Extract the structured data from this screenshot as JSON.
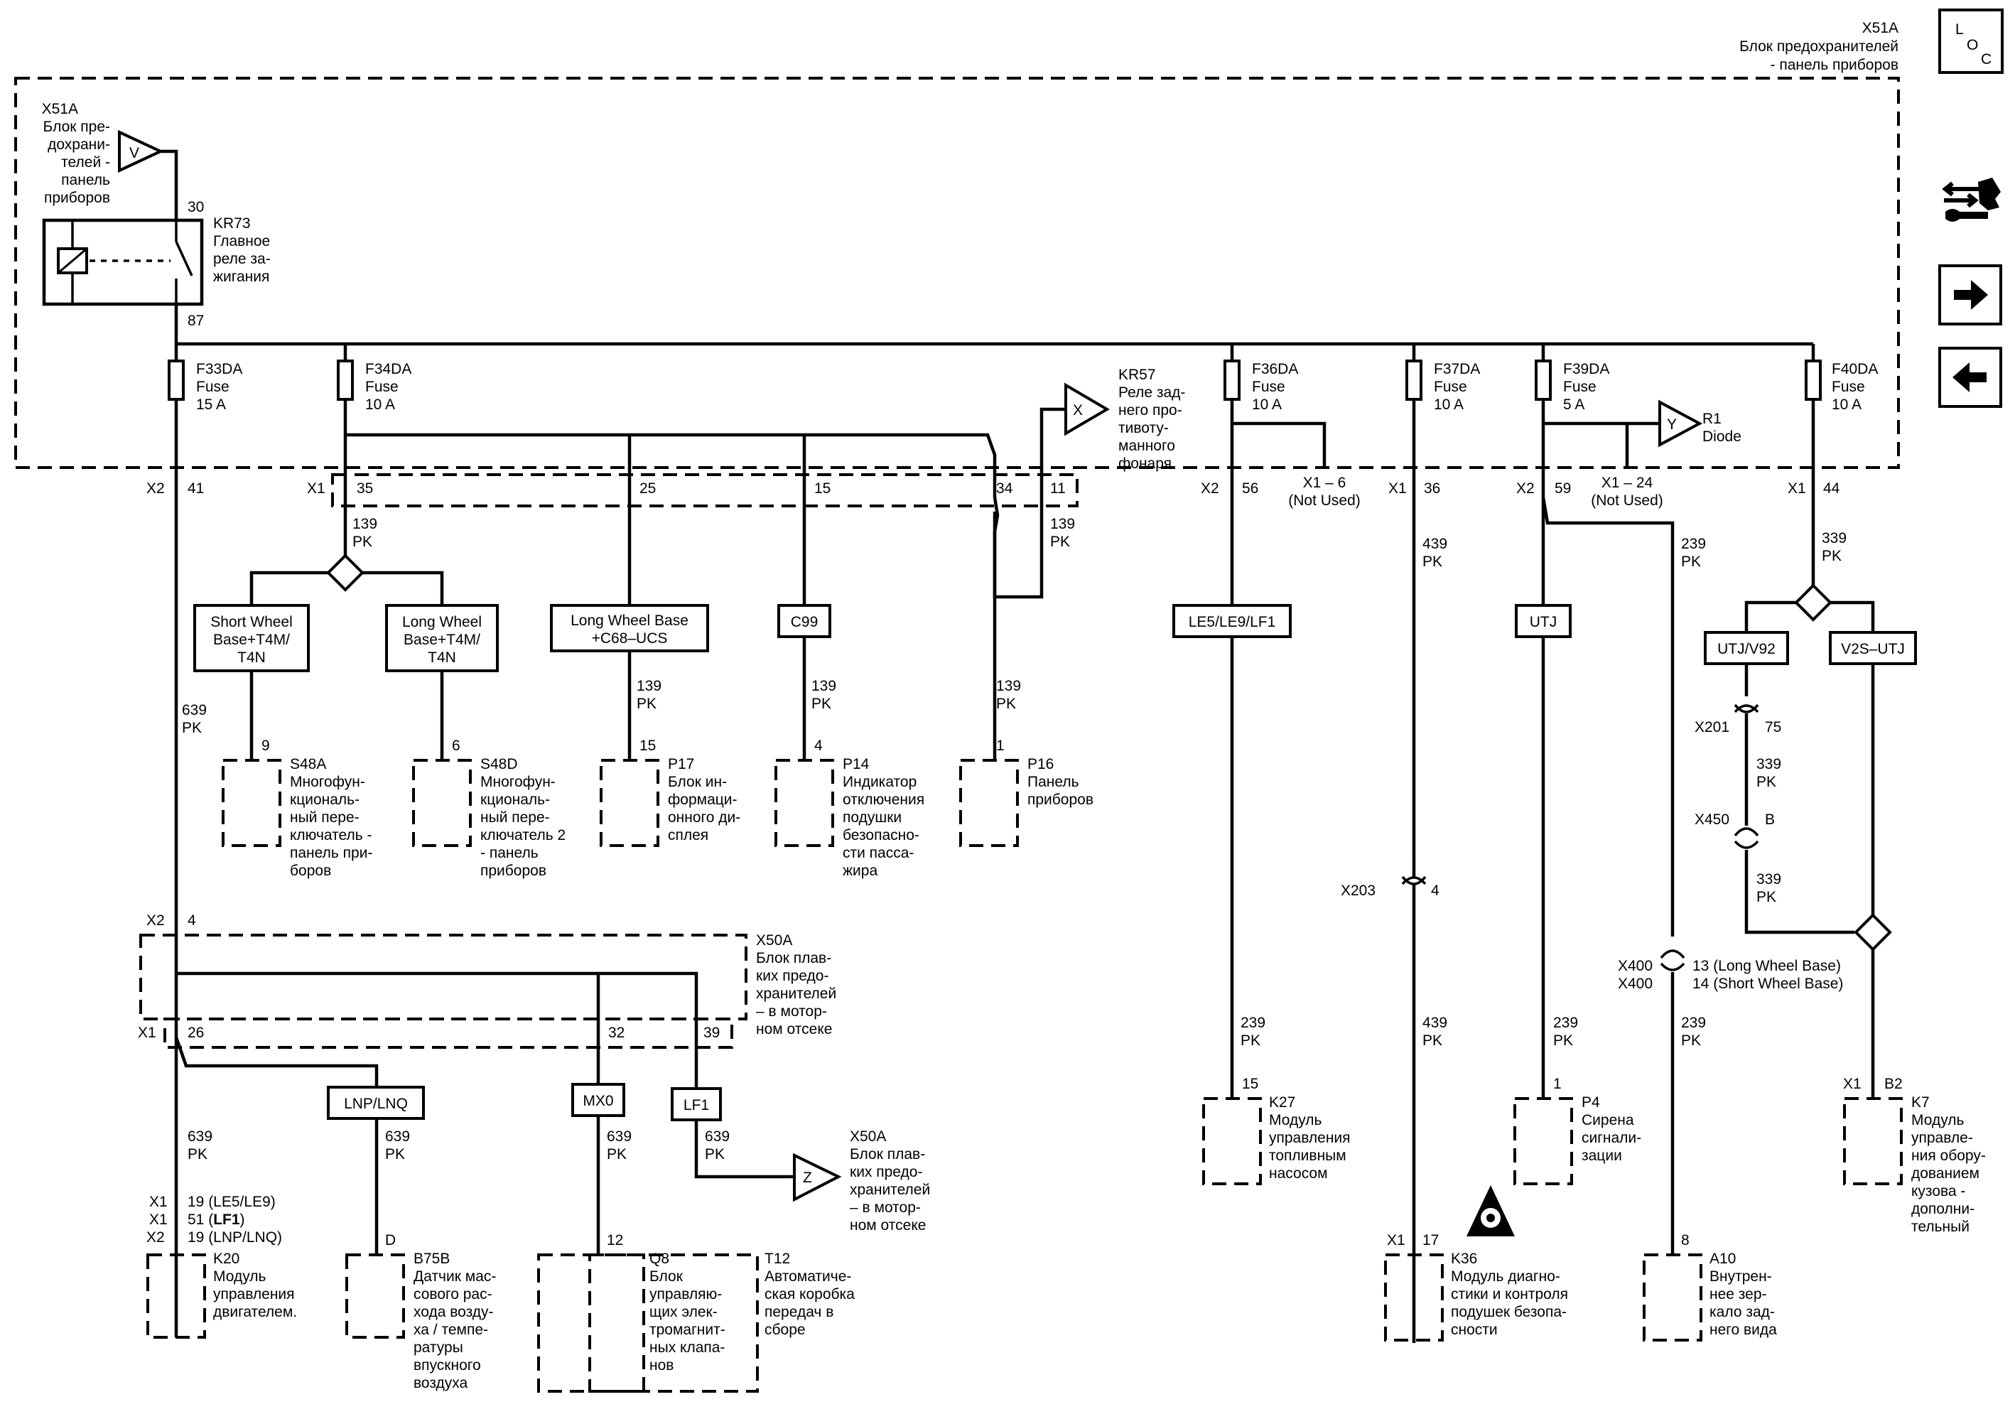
{
  "loc_icon": {
    "letters": [
      "L",
      "O",
      "C"
    ],
    "icon": "loc-icon"
  },
  "nav": {
    "icons": [
      "wiring-tool-icon",
      "arrow-right-icon",
      "arrow-left-icon"
    ]
  },
  "header": {
    "code": "X51A",
    "title_line1": "Блок предохранителей",
    "title_line2": "- панель приборов"
  },
  "x51a_inner": {
    "code": "X51A",
    "l1": "Блок пре-",
    "l2": "дохрани-",
    "l3": "телей -",
    "l4": "панель",
    "l5": "приборов",
    "tag": "V"
  },
  "relay_kr73": {
    "code": "KR73",
    "l1": "Главное",
    "l2": "реле за-",
    "l3": "жигания",
    "pin_in": "30",
    "pin_out": "87"
  },
  "fuses": {
    "f33": {
      "code": "F33DA",
      "type": "Fuse",
      "rating": "15 A"
    },
    "f34": {
      "code": "F34DA",
      "type": "Fuse",
      "rating": "10 A"
    },
    "f36": {
      "code": "F36DA",
      "type": "Fuse",
      "rating": "10 A"
    },
    "f37": {
      "code": "F37DA",
      "type": "Fuse",
      "rating": "10 A"
    },
    "f39": {
      "code": "F39DA",
      "type": "Fuse",
      "rating": "5 A"
    },
    "f40": {
      "code": "F40DA",
      "type": "Fuse",
      "rating": "10 A"
    }
  },
  "kr57": {
    "code": "KR57",
    "l1": "Реле зад-",
    "l2": "него про-",
    "l3": "тивоту-",
    "l4": "манного",
    "l5": "фонаря",
    "tag": "X"
  },
  "r1": {
    "code": "R1",
    "name": "Diode",
    "tag": "Y"
  },
  "connectors": {
    "x2_41": {
      "conn": "X2",
      "pin": "41"
    },
    "x1_35": {
      "conn": "X1",
      "pin": "35"
    },
    "p25": "25",
    "p15": "15",
    "p34": "34",
    "p11": "11",
    "x2_56": {
      "conn": "X2",
      "pin": "56"
    },
    "x1_6": {
      "label": "X1 – 6",
      "note": "(Not Used)"
    },
    "x1_36": {
      "conn": "X1",
      "pin": "36"
    },
    "x2_59": {
      "conn": "X2",
      "pin": "59"
    },
    "x1_24": {
      "label": "X1 – 24",
      "note": "(Not Used)"
    },
    "x1_44": {
      "conn": "X1",
      "pin": "44"
    }
  },
  "wires": {
    "w139": {
      "num": "139",
      "color": "PK"
    },
    "w639": {
      "num": "639",
      "color": "PK"
    },
    "w439": {
      "num": "439",
      "color": "PK"
    },
    "w239": {
      "num": "239",
      "color": "PK"
    },
    "w339": {
      "num": "339",
      "color": "PK"
    }
  },
  "options": {
    "swb": {
      "l1": "Short Wheel",
      "l2": "Base+T4M/",
      "l3": "T4N"
    },
    "lwb": {
      "l1": "Long Wheel",
      "l2": "Base+T4M/",
      "l3": "T4N"
    },
    "lwb_c68": {
      "l1": "Long Wheel Base",
      "l2": "+C68–UCS"
    },
    "c99": "C99",
    "le5": "LE5/LE9/LF1",
    "utj": "UTJ",
    "utj_v92": "UTJ/V92",
    "v2s": "V2S–UTJ",
    "lnp": "LNP/LNQ",
    "mx0": "MX0",
    "lf1": "LF1"
  },
  "components": {
    "s48a": {
      "pin": "9",
      "code": "S48A",
      "l1": "Многофун-",
      "l2": "кциональ-",
      "l3": "ный пере-",
      "l4": "ключатель -",
      "l5": "панель при-",
      "l6": "боров"
    },
    "s48d": {
      "pin": "6",
      "code": "S48D",
      "l1": "Многофун-",
      "l2": "кциональ-",
      "l3": "ный пере-",
      "l4": "ключатель 2",
      "l5": "- панель",
      "l6": "приборов"
    },
    "p17": {
      "pin": "15",
      "code": "P17",
      "l1": "Блок ин-",
      "l2": "формаци-",
      "l3": "онного ди-",
      "l4": "сплея"
    },
    "p14": {
      "pin": "4",
      "code": "P14",
      "l1": "Индикатор",
      "l2": "отключения",
      "l3": "подушки",
      "l4": "безопасно-",
      "l5": "сти пасса-",
      "l6": "жира"
    },
    "p16": {
      "pin": "1",
      "code": "P16",
      "l1": "Панель",
      "l2": "приборов"
    },
    "k27": {
      "pin": "15",
      "code": "K27",
      "l1": "Модуль",
      "l2": "управления",
      "l3": "топливным",
      "l4": "насосом"
    },
    "k36": {
      "conn": "X1",
      "pin": "17",
      "code": "K36",
      "l1": "Модуль диагно-",
      "l2": "стики и контроля",
      "l3": "подушек безопа-",
      "l4": "сности"
    },
    "p4": {
      "pin": "1",
      "code": "P4",
      "l1": "Сирена",
      "l2": "сигнали-",
      "l3": "зации"
    },
    "a10": {
      "pin": "8",
      "code": "A10",
      "l1": "Внутрен-",
      "l2": "нее зер-",
      "l3": "кало зад-",
      "l4": "него вида"
    },
    "k7": {
      "conn": "X1",
      "pin": "B2",
      "code": "K7",
      "l1": "Модуль",
      "l2": "управле-",
      "l3": "ния обору-",
      "l4": "дованием",
      "l5": "кузова -",
      "l6": "дополни-",
      "l7": "тельный"
    },
    "k20": {
      "c1": "X1",
      "c2": "X1",
      "c3": "X2",
      "p1": "19 (LE5/LE9)",
      "p2a": "51 (",
      "p2b": "LF1",
      "p2c": ")",
      "p3": "19 (LNP/LNQ)",
      "code": "K20",
      "l1": "Модуль",
      "l2": "управления",
      "l3": "двигателем."
    },
    "b75b": {
      "pin": "D",
      "code": "B75B",
      "l1": "Датчик мас-",
      "l2": "сового рас-",
      "l3": "хода возду-",
      "l4": "ха / темпе-",
      "l5": "ратуры",
      "l6": "впускного",
      "l7": "воздуха"
    },
    "q8": {
      "pin": "12",
      "code": "Q8",
      "l1": "Блок",
      "l2": "управляю-",
      "l3": "щих элек-",
      "l4": "тромагнит-",
      "l5": "ных клапа-",
      "l6": "нов"
    },
    "t12": {
      "code": "T12",
      "l1": "Автоматиче-",
      "l2": "ская коробка",
      "l3": "передач в",
      "l4": "сборе"
    }
  },
  "inline": {
    "x201": {
      "conn": "X201",
      "pin": "75"
    },
    "x450": {
      "conn": "X450",
      "pin": "B"
    },
    "x203": {
      "conn": "X203",
      "pin": "4"
    },
    "x400": {
      "conn1": "X400",
      "conn2": "X400",
      "pin1": "13 (Long Wheel Base)",
      "pin2": "14 (Short Wheel Base)"
    }
  },
  "x50a": {
    "code": "X50A",
    "l1": "Блок плав-",
    "l2": "ких предо-",
    "l3": "хранителей",
    "l4": "– в мотор-",
    "l5": "ном отсеке",
    "top_conn": "X2",
    "top_pin": "4",
    "bot_conn": "X1",
    "p26": "26",
    "p32": "32",
    "p39": "39"
  },
  "x50a_ref": {
    "code": "X50A",
    "l1": "Блок плав-",
    "l2": "ких предо-",
    "l3": "хранителей",
    "l4": "– в мотор-",
    "l5": "ном отсеке",
    "tag": "Z"
  }
}
